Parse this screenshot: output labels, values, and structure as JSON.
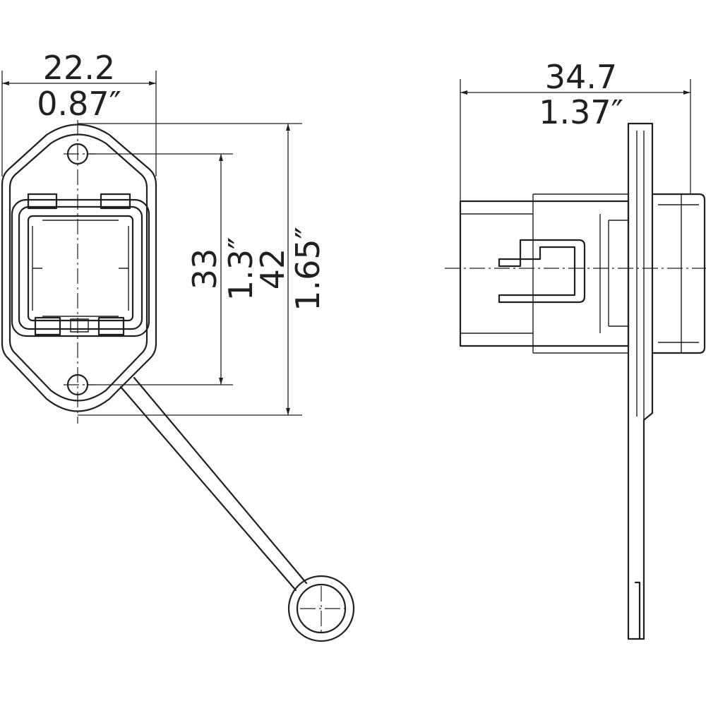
{
  "front_view": {
    "width_mm": "22.2",
    "width_in": "0.87″",
    "hole_spacing_mm": "33",
    "hole_spacing_in": "1.3″",
    "height_mm": "42",
    "height_in": "1.65″"
  },
  "side_view": {
    "depth_mm": "34.7",
    "depth_in": "1.37″"
  },
  "colors": {
    "line": "#231f20",
    "background": "#ffffff"
  }
}
